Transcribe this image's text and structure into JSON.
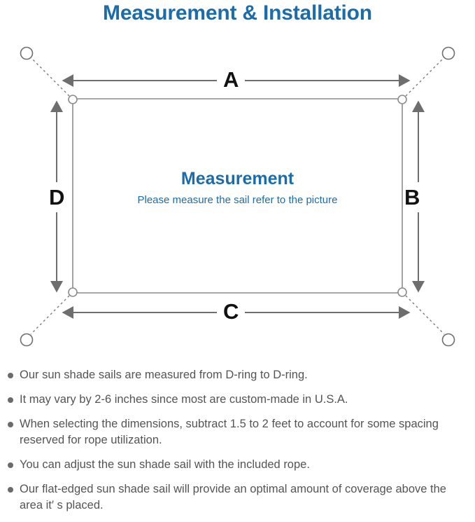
{
  "header": {
    "title": "Measurement & Installation",
    "title_color": "#1b6cab"
  },
  "diagram": {
    "name": "sun-shade-sail-measurement-diagram",
    "center": {
      "title": "Measurement",
      "subtitle": "Please measure the sail refer to the picture",
      "color": "#1b6cab"
    },
    "dimension_labels": {
      "top": "A",
      "right": "B",
      "bottom": "C",
      "left": "D"
    },
    "legend": {
      "sail_outline": "rounded rectangle representing the shade sail",
      "d_ring": "small circle at each sail corner",
      "anchor_point": "open circle beyond each corner",
      "rope": "dotted line from D-ring to anchor point"
    },
    "colors": {
      "sail_outline": "#8c8c8c",
      "arrow": "#6e6e6e",
      "rope": "#7a7a7a",
      "anchor": "#6e6e6e"
    }
  },
  "notes": [
    "Our sun shade sails are measured from D-ring to D-ring.",
    "It may vary by 2-6 inches since most are custom-made in U.S.A.",
    "When selecting the dimensions, subtract 1.5 to 2 feet to account for some spacing reserved for rope utilization.",
    "You can adjust the sun shade sail with the included rope.",
    "Our flat-edged sun shade sail will provide an optimal amount of coverage above the area it′ s placed."
  ]
}
